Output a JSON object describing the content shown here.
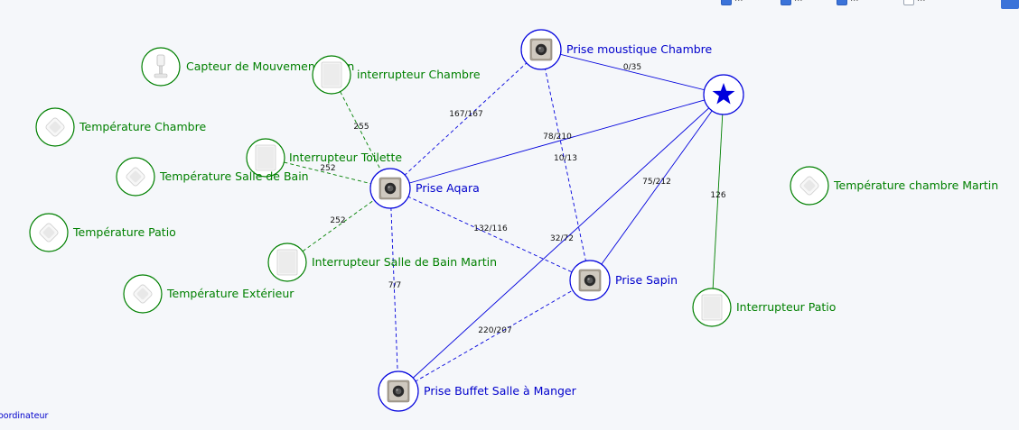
{
  "top_controls": {
    "checkboxes": [
      {
        "label": "…",
        "checked": true
      },
      {
        "label": "…",
        "checked": true
      },
      {
        "label": "…",
        "checked": true
      },
      {
        "label": "…",
        "checked": false
      }
    ]
  },
  "legend_link": "oordinateur",
  "colors": {
    "router": "#0000dd",
    "end_device": "#008000",
    "label_router": "#0000cc",
    "label_end_device": "#008000"
  },
  "nodes": [
    {
      "id": "coord",
      "label": "",
      "type": "coordinator",
      "icon": "star-icon"
    },
    {
      "id": "moustique",
      "label": "Prise moustique Chambre",
      "type": "router",
      "icon": "smart-plug-icon"
    },
    {
      "id": "aqara",
      "label": "Prise Aqara",
      "type": "router",
      "icon": "smart-plug-icon"
    },
    {
      "id": "sapin",
      "label": "Prise Sapin",
      "type": "router",
      "icon": "smart-plug-icon"
    },
    {
      "id": "buffet",
      "label": "Prise Buffet Salle à Manger",
      "type": "router",
      "icon": "smart-plug-icon"
    },
    {
      "id": "capteur",
      "label": "Capteur de Mouvement Salon",
      "type": "end",
      "icon": "motion-sensor-icon"
    },
    {
      "id": "int_chambre",
      "label": "interrupteur Chambre",
      "type": "end",
      "icon": "wall-switch-icon"
    },
    {
      "id": "temp_chambre",
      "label": "Température Chambre",
      "type": "end",
      "icon": "temperature-sensor-icon"
    },
    {
      "id": "int_toilette",
      "label": "Interrupteur Toilette",
      "type": "end",
      "icon": "wall-switch-icon"
    },
    {
      "id": "temp_sdb",
      "label": "Température Salle de Bain",
      "type": "end",
      "icon": "temperature-sensor-icon"
    },
    {
      "id": "temp_patio",
      "label": "Température Patio",
      "type": "end",
      "icon": "temperature-sensor-icon"
    },
    {
      "id": "int_sdb",
      "label": "Interrupteur Salle de Bain Martin",
      "type": "end",
      "icon": "wall-switch-icon"
    },
    {
      "id": "temp_ext",
      "label": "Température Extérieur",
      "type": "end",
      "icon": "temperature-sensor-icon"
    },
    {
      "id": "temp_martin",
      "label": "Température chambre Martin",
      "type": "end",
      "icon": "temperature-sensor-icon"
    },
    {
      "id": "int_patio",
      "label": "Interrupteur Patio",
      "type": "end",
      "icon": "wall-switch-icon"
    }
  ],
  "edges": [
    {
      "from": "moustique",
      "to": "coord",
      "label": "0/35",
      "style": "solid",
      "color": "#0000dd"
    },
    {
      "from": "aqara",
      "to": "coord",
      "label": "78/210",
      "style": "solid",
      "color": "#0000dd"
    },
    {
      "from": "sapin",
      "to": "coord",
      "label": "75/212",
      "style": "solid",
      "color": "#0000dd"
    },
    {
      "from": "buffet",
      "to": "coord",
      "label": "32/72",
      "style": "solid",
      "color": "#0000dd"
    },
    {
      "from": "int_patio",
      "to": "coord",
      "label": "126",
      "style": "solid",
      "color": "#008000"
    },
    {
      "from": "aqara",
      "to": "moustique",
      "label": "167/167",
      "style": "dashed",
      "color": "#0000dd"
    },
    {
      "from": "sapin",
      "to": "moustique",
      "label": "10/13",
      "style": "dashed",
      "color": "#0000dd"
    },
    {
      "from": "aqara",
      "to": "sapin",
      "label": "132/116",
      "style": "dashed",
      "color": "#0000dd"
    },
    {
      "from": "aqara",
      "to": "buffet",
      "label": "7/7",
      "style": "dashed",
      "color": "#0000dd"
    },
    {
      "from": "buffet",
      "to": "sapin",
      "label": "220/207",
      "style": "dashed",
      "color": "#0000dd"
    },
    {
      "from": "int_chambre",
      "to": "aqara",
      "label": "255",
      "style": "dashed",
      "color": "#008000"
    },
    {
      "from": "int_toilette",
      "to": "aqara",
      "label": "252",
      "style": "dashed",
      "color": "#008000"
    },
    {
      "from": "int_sdb",
      "to": "aqara",
      "label": "252",
      "style": "dashed",
      "color": "#008000"
    }
  ]
}
